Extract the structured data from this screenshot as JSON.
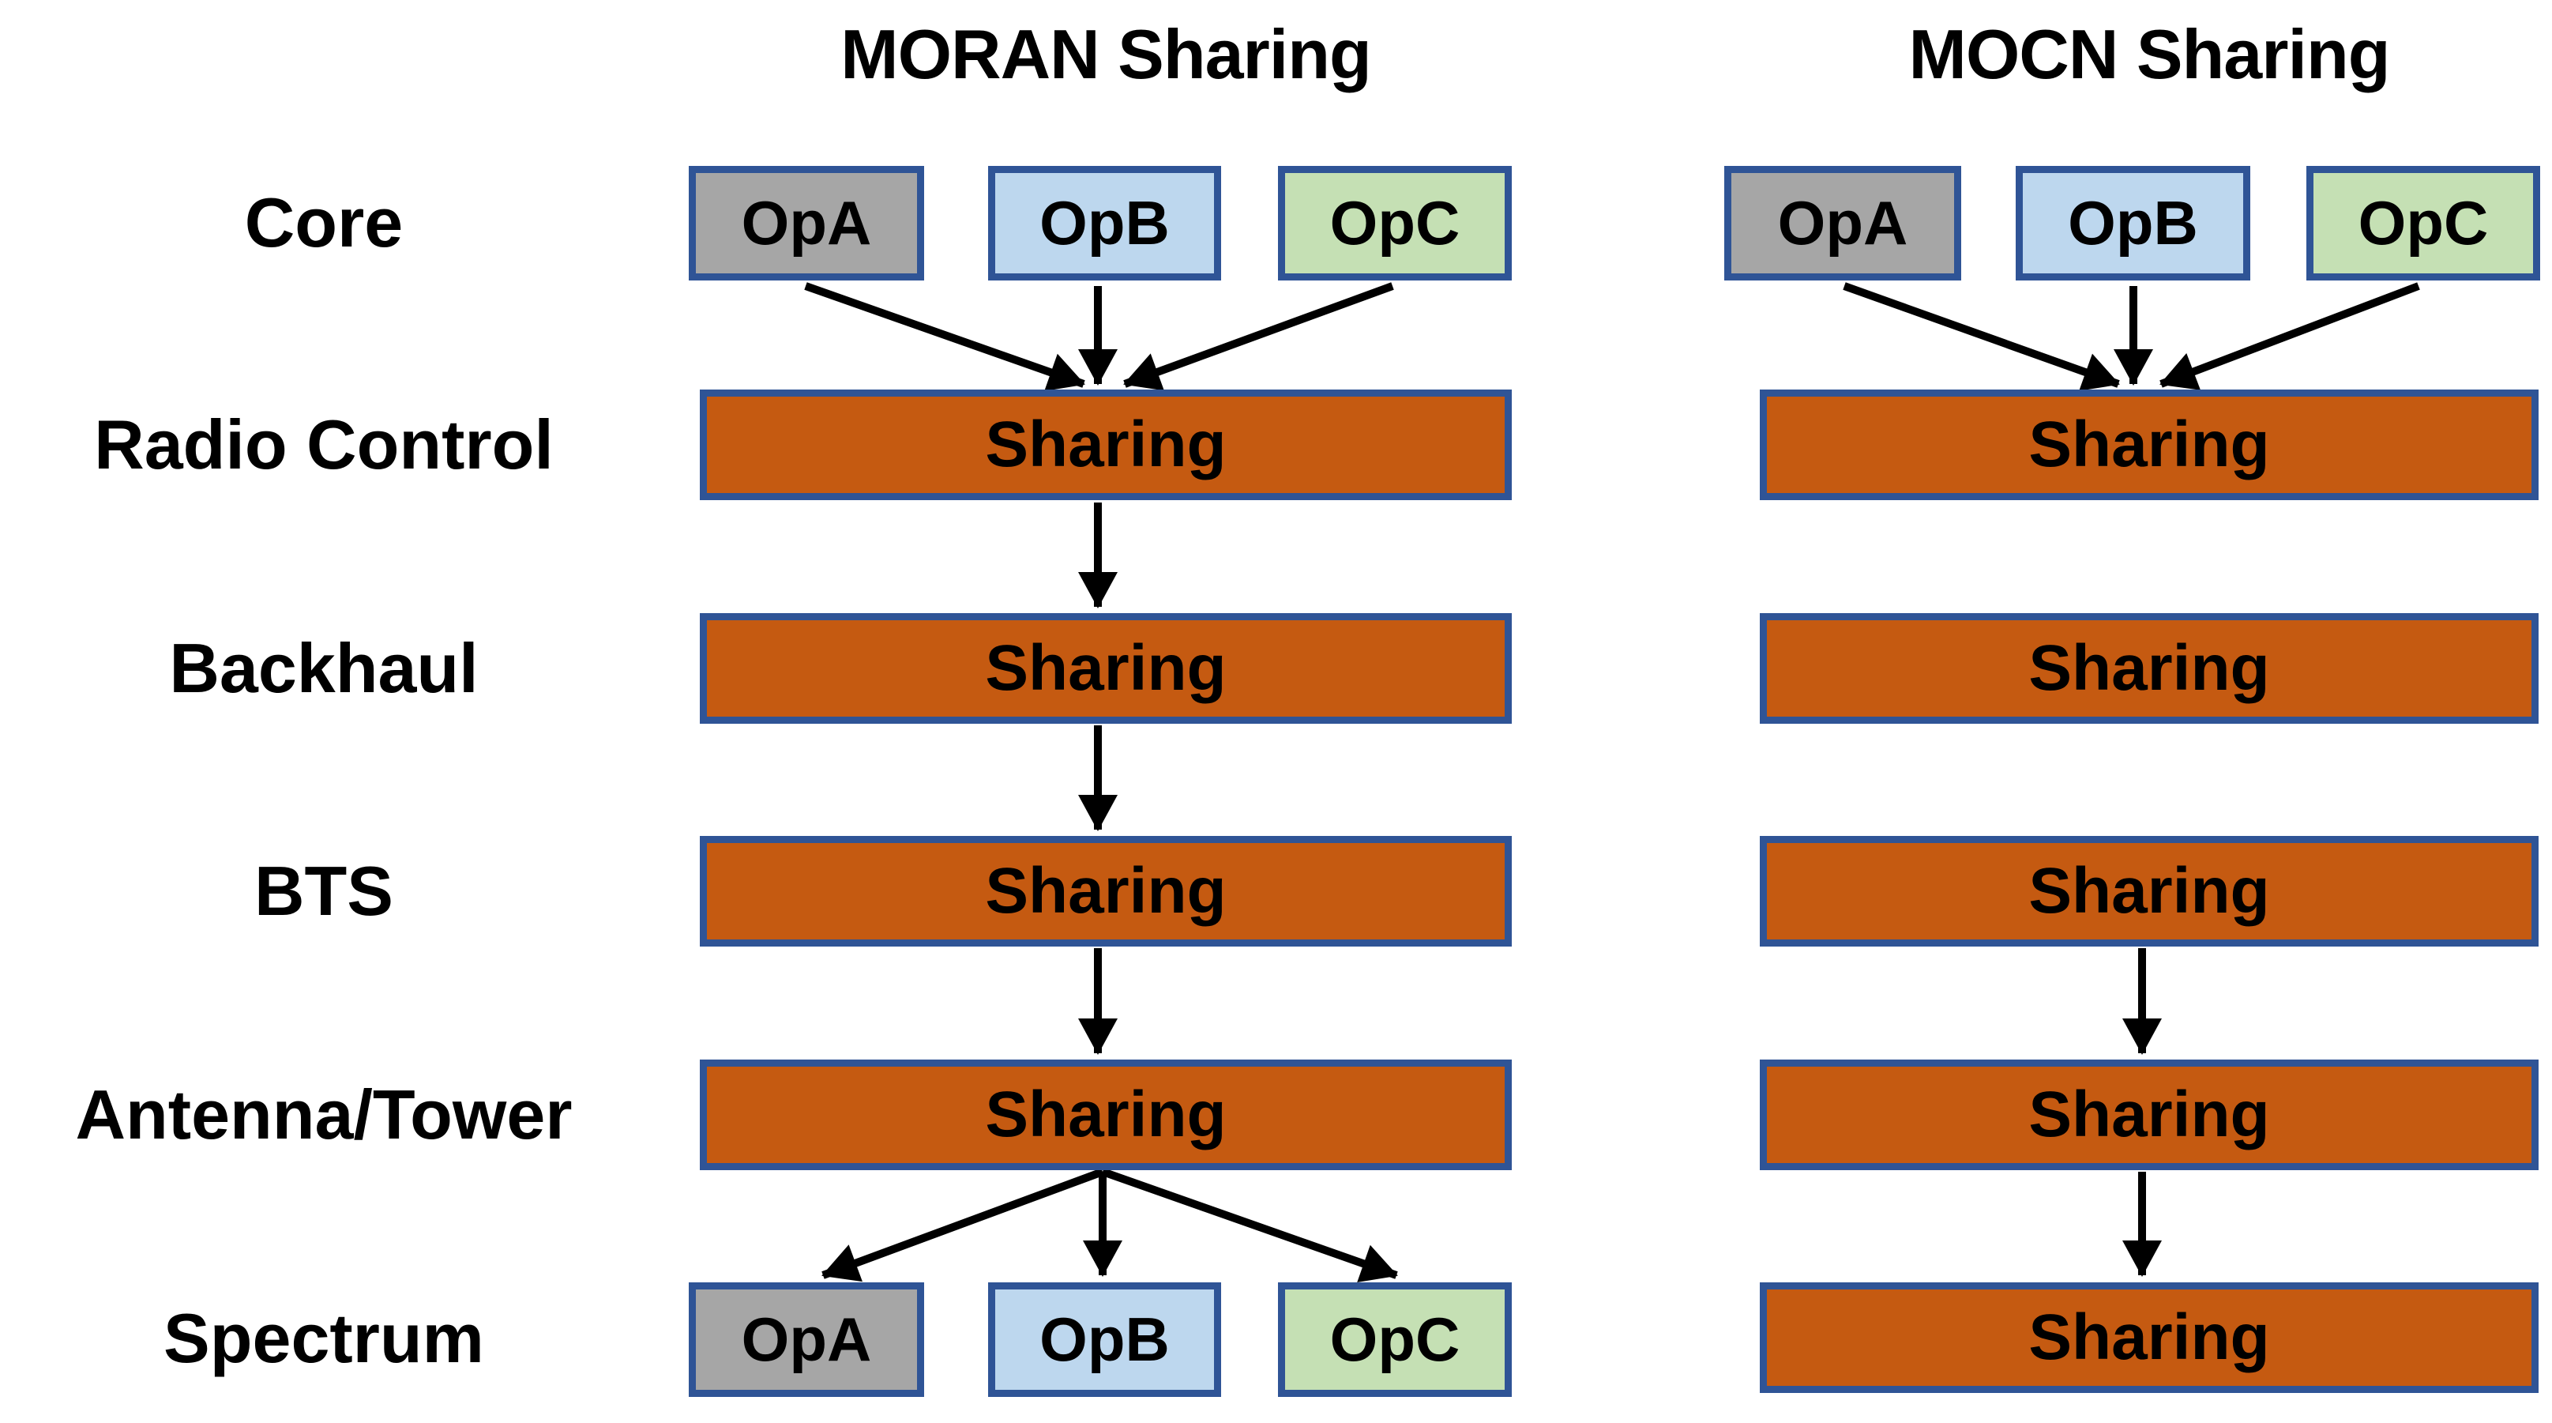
{
  "row_labels": [
    "Core",
    "Radio Control",
    "Backhaul",
    "BTS",
    "Antenna/Tower",
    "Spectrum"
  ],
  "moran": {
    "title": "MORAN Sharing",
    "core_operators": [
      "OpA",
      "OpB",
      "OpC"
    ],
    "radio_control_bar": "Sharing",
    "backhaul_bar": "Sharing",
    "bts_bar": "Sharing",
    "antenna_tower_bar": "Sharing",
    "spectrum_operators": [
      "OpA",
      "OpB",
      "OpC"
    ]
  },
  "mocn": {
    "title": "MOCN Sharing",
    "core_operators": [
      "OpA",
      "OpB",
      "OpC"
    ],
    "radio_control_bar": "Sharing",
    "backhaul_bar": "Sharing",
    "bts_bar": "Sharing",
    "antenna_tower_bar": "Sharing",
    "spectrum_bar": "Sharing"
  },
  "colors": {
    "operator_a_fill": "#a6a6a6",
    "operator_b_fill": "#bdd7ee",
    "operator_c_fill": "#c5e0b4",
    "sharing_bar_fill": "#c55a11",
    "box_border": "#2f5496",
    "arrow": "#000000",
    "text": "#000000",
    "background": "#ffffff"
  }
}
